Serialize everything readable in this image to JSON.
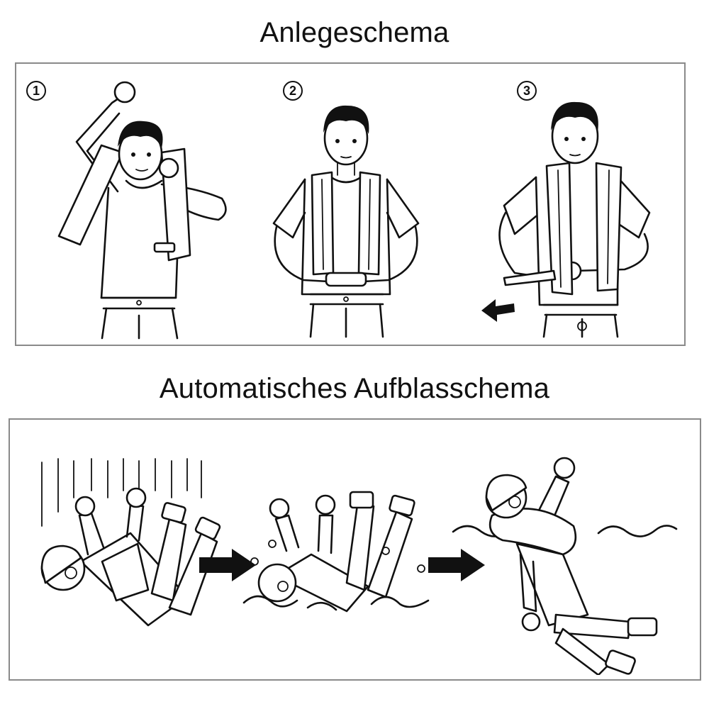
{
  "donning": {
    "title": "Anlegeschema",
    "steps": [
      {
        "number": "1",
        "icon": "person-putting-on-lifejacket-icon"
      },
      {
        "number": "2",
        "icon": "person-fastening-buckle-icon"
      },
      {
        "number": "3",
        "icon": "person-tightening-strap-icon"
      }
    ]
  },
  "inflation": {
    "title": "Automatisches Aufblasschema",
    "stages": [
      {
        "icon": "person-falling-into-water-icon"
      },
      {
        "icon": "person-submerged-icon"
      },
      {
        "icon": "person-floating-inflated-vest-icon"
      }
    ],
    "arrow_icon": "right-arrow-icon"
  },
  "colors": {
    "line": "#111111",
    "border": "#8a8a8a",
    "background": "#ffffff"
  }
}
